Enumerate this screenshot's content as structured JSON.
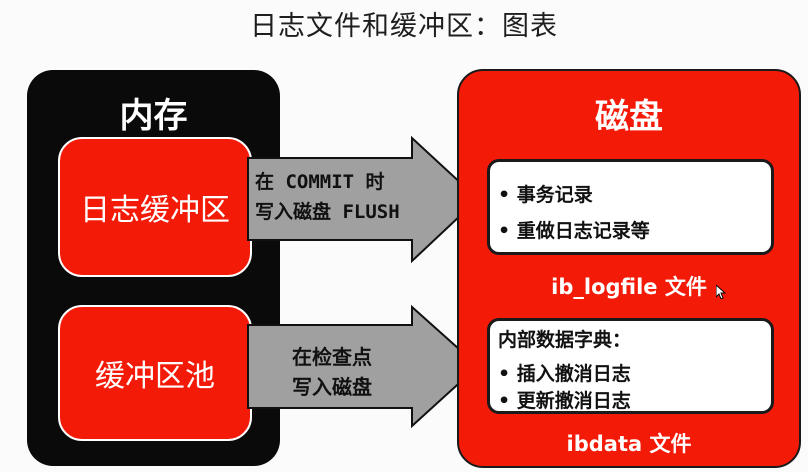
{
  "title": "日志文件和缓冲区：图表",
  "memory": {
    "heading": "内存",
    "log_buffer": "日志缓冲区",
    "buffer_pool": "缓冲区池"
  },
  "arrows": {
    "commit": {
      "line1": "在 COMMIT 时",
      "line2": "写入磁盘 FLUSH"
    },
    "checkpoint": {
      "line1": "在检查点",
      "line2": "写入磁盘"
    }
  },
  "disk": {
    "heading": "磁盘",
    "logfile": {
      "items": [
        "• 事务记录",
        "• 重做日志记录等"
      ],
      "label": "ib_logfile 文件"
    },
    "ibdata": {
      "heading": "内部数据字典：",
      "items": [
        "• 插入撤消日志",
        "• 更新撤消日志"
      ],
      "label": "ibdata 文件"
    }
  },
  "colors": {
    "red": "#f41a08",
    "black": "#0a0a0a",
    "arrow_gray": "#a0a0a0"
  }
}
